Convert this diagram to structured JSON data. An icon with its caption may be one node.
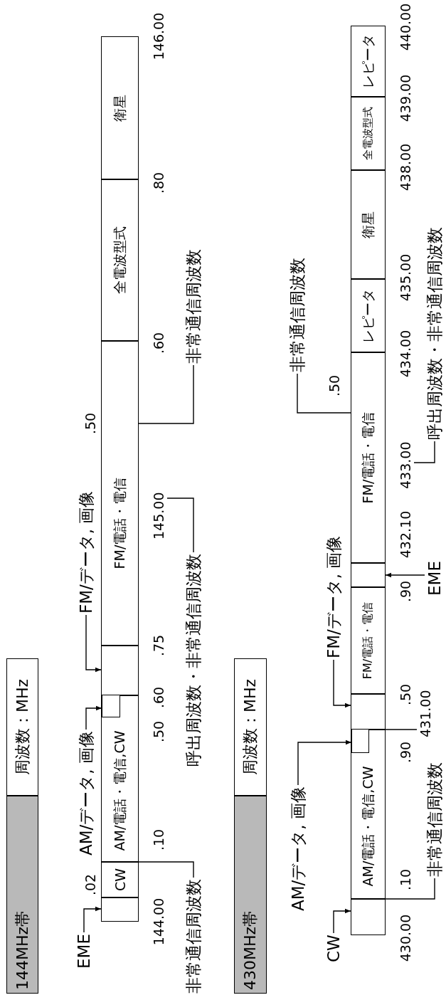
{
  "diagram": {
    "nodes": [
      {
        "text": [
          "144MHz帯"
        ]
      },
      {
        "text": [
          "周波数：MHz"
        ]
      },
      {
        "text": [],
        "shape": "box"
      },
      {
        "text": [
          "CW"
        ]
      },
      {
        "text": [
          "AM/電話・電信,CW"
        ]
      },
      {
        "text": [],
        "shape": "box",
        "in": 4
      },
      {
        "text": [],
        "shape": "box"
      },
      {
        "text": [
          "FM/電話・電信"
        ]
      },
      {
        "text": [
          "全電波型式"
        ]
      },
      {
        "text": [
          "衛星"
        ]
      },
      {
        "text": [
          "EME"
        ]
      },
      {
        "text": [
          "AM/データ, 画像"
        ]
      },
      {
        "text": [
          "FM/データ, 画像"
        ]
      },
      {
        "text": [
          "非常通信周波数"
        ]
      },
      {
        "text": [
          "呼出周波数・非常通信周波数"
        ]
      },
      {
        "text": [
          "非常通信周波数"
        ]
      },
      {
        "text": [
          "430MHz帯"
        ]
      },
      {
        "text": [
          "周波数：MHz"
        ]
      },
      {
        "text": [],
        "shape": "box"
      },
      {
        "text": [
          "AM/電話・電信,CW"
        ]
      },
      {
        "text": [],
        "shape": "box",
        "in": 19
      },
      {
        "text": [],
        "shape": "box"
      },
      {
        "text": [
          "FM/電話・電信"
        ]
      },
      {
        "text": [],
        "shape": "box"
      },
      {
        "text": [
          "FM/電話・電信"
        ]
      },
      {
        "text": [
          "レピータ"
        ]
      },
      {
        "text": [
          "衛星"
        ]
      },
      {
        "text": [
          "全電波型式"
        ]
      },
      {
        "text": [
          "レピータ"
        ]
      },
      {
        "text": [
          "CW"
        ]
      },
      {
        "text": [
          "AM/データ, 画像"
        ]
      },
      {
        "text": [
          "FM/データ, 画像"
        ]
      },
      {
        "text": [
          "非常通信周波数"
        ]
      },
      {
        "text": [
          "EME"
        ]
      },
      {
        "text": [
          "非常通信周波数"
        ]
      },
      {
        "text": [
          "呼出周波数・非常通信周波数"
        ]
      },
      {
        "text": [
          "431.00"
        ]
      },
      {
        "text": [
          "145.00"
        ]
      },
      {
        "text": [
          "433.00"
        ]
      }
    ],
    "edges": [
      {
        "from": 10,
        "to": 2,
        "arrow": "to"
      },
      {
        "from": 11,
        "to": 5,
        "arrow": "to"
      },
      {
        "from": 12,
        "to": 6,
        "arrow": "to"
      },
      {
        "from": 13,
        "to": 3,
        "arrow": "none"
      },
      {
        "from": 14,
        "to": 37,
        "arrow": "none"
      },
      {
        "from": 15,
        "to": 7,
        "arrow": "none"
      },
      {
        "from": 29,
        "to": 18,
        "arrow": "to"
      },
      {
        "from": 30,
        "to": 20,
        "arrow": "to"
      },
      {
        "from": 31,
        "to": 21,
        "arrow": "to"
      },
      {
        "from": 32,
        "to": 24,
        "arrow": "none"
      },
      {
        "from": 33,
        "to": 23,
        "arrow": "to"
      },
      {
        "from": 34,
        "to": 18,
        "arrow": "none"
      },
      {
        "from": 35,
        "to": 38,
        "arrow": "none"
      },
      {
        "from": 36,
        "to": 21,
        "arrow": "none"
      }
    ],
    "labels": [
      ".02",
      ".50",
      "144.00",
      ".10",
      ".50",
      ".60",
      ".75",
      ".60",
      ".80",
      "146.00",
      ".50",
      "430.00",
      ".10",
      ".90",
      ".50",
      ".90",
      "432.10",
      "434.00",
      "435.00",
      "438.00",
      "439.00",
      "440.00"
    ]
  }
}
